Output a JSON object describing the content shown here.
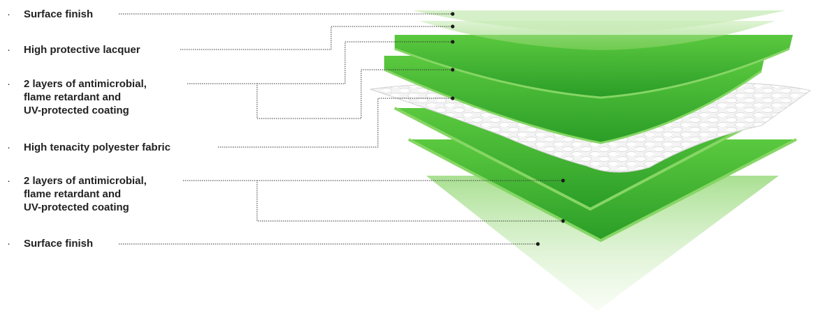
{
  "labels": [
    {
      "id": "surface-finish-top",
      "text": "Surface finish"
    },
    {
      "id": "high-protective-lacquer",
      "text": "High protective lacquer"
    },
    {
      "id": "coating-upper",
      "text": "2 layers of antimicrobial,\nflame retardant and\nUV-protected coating"
    },
    {
      "id": "polyester-fabric",
      "text": "High tenacity polyester fabric"
    },
    {
      "id": "coating-lower",
      "text": "2 layers of antimicrobial,\nflame retardant and\nUV-protected coating"
    },
    {
      "id": "surface-finish-bottom",
      "text": "Surface finish"
    }
  ],
  "bullet_glyph": "·",
  "colors": {
    "green_top": "#4cc13a",
    "green_mid": "#2ea42a",
    "green_edge": "#7fd05a",
    "green_light": "#c9ecb9",
    "fabric": "#f2f2f2",
    "leader": "#333333",
    "text": "#222222"
  }
}
